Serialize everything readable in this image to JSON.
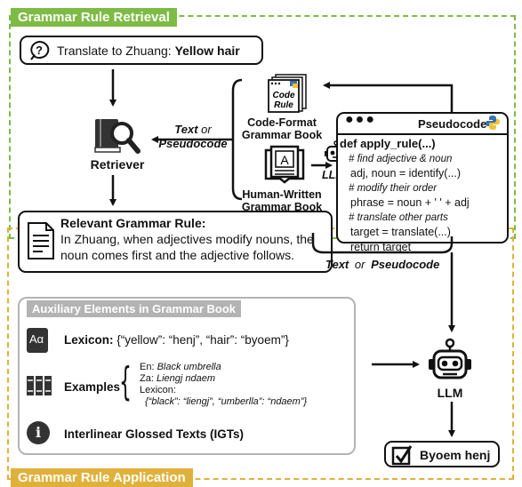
{
  "retrieval": {
    "banner": "Grammar Rule Retrieval",
    "query_prefix": "Translate to Zhuang: ",
    "query_target": "Yellow hair",
    "retriever_label": "Retriever",
    "arrow_label_text": "Text",
    "arrow_label_or": " or",
    "arrow_label_pseudo": "Pseudocode",
    "code_icon_text": "Code\nRule",
    "code_book_label": "Code-Format\nGrammar Book",
    "human_book_label": "Human-Written\nGrammar Book",
    "llm_label": "LLM"
  },
  "pseudocode": {
    "title": "Pseudocode",
    "lines": [
      {
        "text": "def apply_rule(...)",
        "type": "def"
      },
      {
        "text": "# find adjective & noun",
        "type": "comment"
      },
      {
        "text": "adj, noun = identify(...)",
        "type": "code"
      },
      {
        "text": "# modify their order",
        "type": "comment"
      },
      {
        "text": "phrase = noun + ' ' + adj",
        "type": "code"
      },
      {
        "text": "# translate other parts",
        "type": "comment"
      },
      {
        "text": "target = translate(...)",
        "type": "code"
      },
      {
        "text": "return target",
        "type": "code"
      }
    ]
  },
  "rule": {
    "title": "Relevant Grammar Rule:",
    "body": "In Zhuang, when adjectives modify nouns, the noun comes first and the adjective follows."
  },
  "connector": {
    "text": "Text",
    "or": "or",
    "pseudo": "Pseudocode"
  },
  "auxiliary": {
    "banner": "Auxiliary Elements in Grammar Book",
    "lexicon_label": "Lexicon:",
    "lexicon_value": " {“yellow”: “henj”, “hair”: “byoem”}",
    "examples_label": "Examples",
    "examples": {
      "en_prefix": "En: ",
      "en_value": "Black umbrella",
      "za_prefix": "Za: ",
      "za_value": "Liengj ndaem",
      "lexicon_prefix": "Lexicon:",
      "lexicon_value": "{“black”: “liengj”, “umberlla”: “ndaem”}"
    },
    "igt_label": "Interlinear Glossed Texts (IGTs)",
    "lexicon_icon_text": "Aα"
  },
  "application": {
    "banner": "Grammar Rule Application",
    "llm_label": "LLM",
    "output": "Byoem henj"
  },
  "colors": {
    "green": "#7dbb45",
    "gold": "#e0b13a",
    "gray": "#b3b3b3"
  }
}
